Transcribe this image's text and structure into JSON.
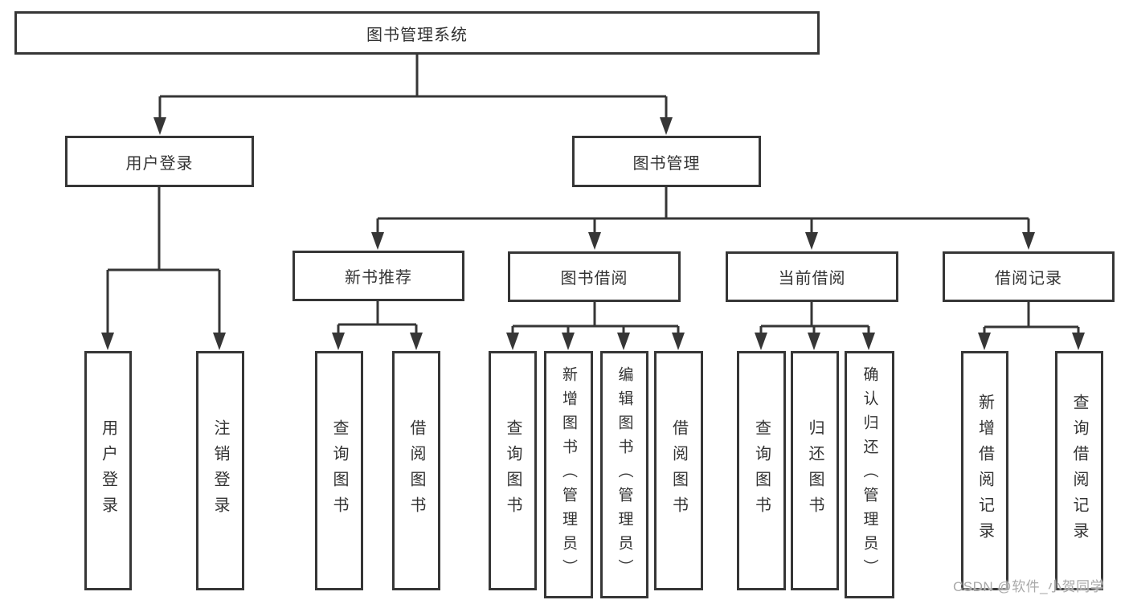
{
  "colors": {
    "line": "#363636",
    "text": "#333333",
    "watermark": "#a9a9a9",
    "background": "#ffffff"
  },
  "watermark": {
    "text": "CSDN @软件_小贺同学"
  },
  "tree": {
    "root": {
      "label": "图书管理系统"
    },
    "branches": [
      {
        "label": "用户登录",
        "children": [
          {
            "label": "用户登录"
          },
          {
            "label": "注销登录"
          }
        ]
      },
      {
        "label": "图书管理",
        "children": [
          {
            "label": "新书推荐",
            "children": [
              {
                "label": "查询图书"
              },
              {
                "label": "借阅图书"
              }
            ]
          },
          {
            "label": "图书借阅",
            "children": [
              {
                "label": "查询图书"
              },
              {
                "label": "新增图书（管理员）"
              },
              {
                "label": "编辑图书（管理员）"
              },
              {
                "label": "借阅图书"
              }
            ]
          },
          {
            "label": "当前借阅",
            "children": [
              {
                "label": "查询图书"
              },
              {
                "label": "归还图书"
              },
              {
                "label": "确认归还（管理员）"
              }
            ]
          },
          {
            "label": "借阅记录",
            "children": [
              {
                "label": "新增借阅记录"
              },
              {
                "label": "查询借阅记录"
              }
            ]
          }
        ]
      }
    ]
  }
}
